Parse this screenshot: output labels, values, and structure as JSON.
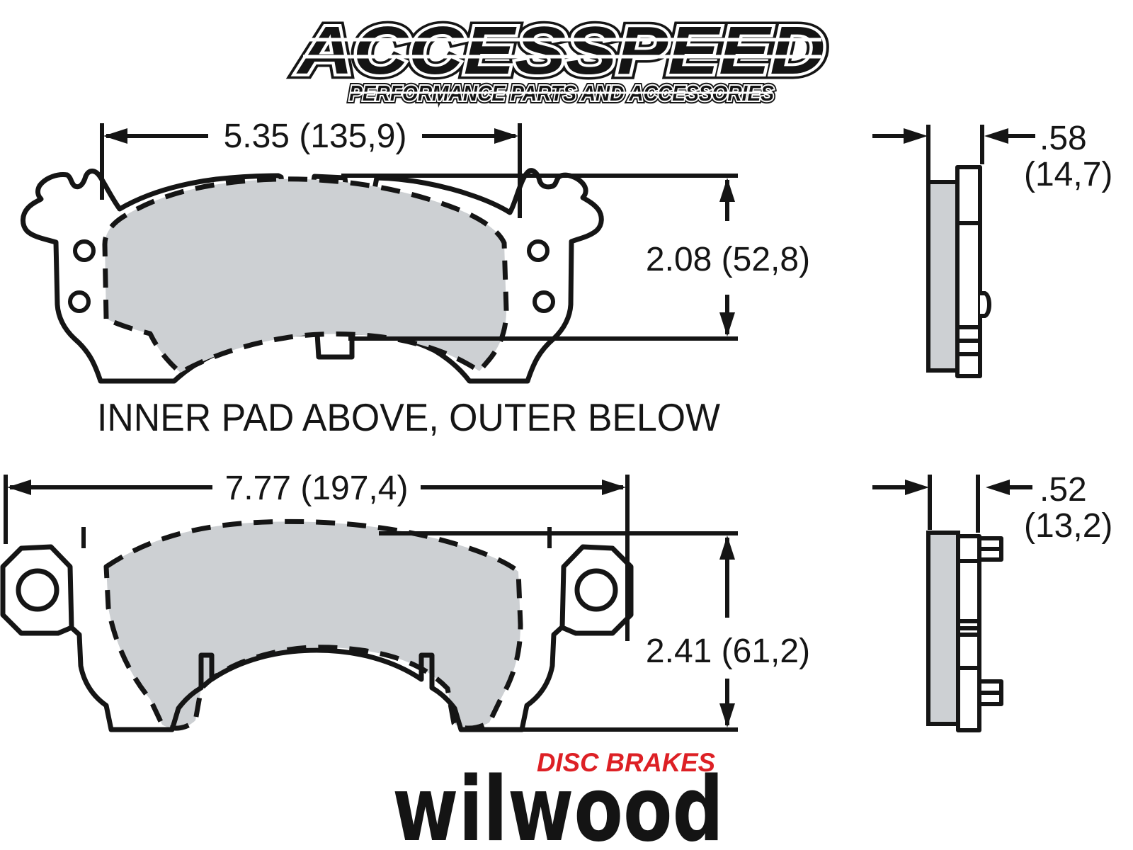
{
  "header": {
    "brand": "ACCESSPEED",
    "tagline": "PERFORMANCE PARTS AND ACCESSORIES"
  },
  "caption": "INNER PAD ABOVE, OUTER BELOW",
  "dimensions": {
    "inner_width": "5.35 (135,9)",
    "inner_height": "2.08 (52,8)",
    "inner_thickness": ".58",
    "inner_thickness_mm": "(14,7)",
    "outer_width": "7.77 (197,4)",
    "outer_height": "2.41 (61,2)",
    "outer_thickness": ".52",
    "outer_thickness_mm": "(13,2)"
  },
  "footer": {
    "product_line": "DISC BRAKES",
    "brand": "wilwood"
  },
  "colors": {
    "line": "#151515",
    "pad_fill": "#cdd0d3",
    "accent_red": "#dd2025",
    "background": "#ffffff"
  }
}
